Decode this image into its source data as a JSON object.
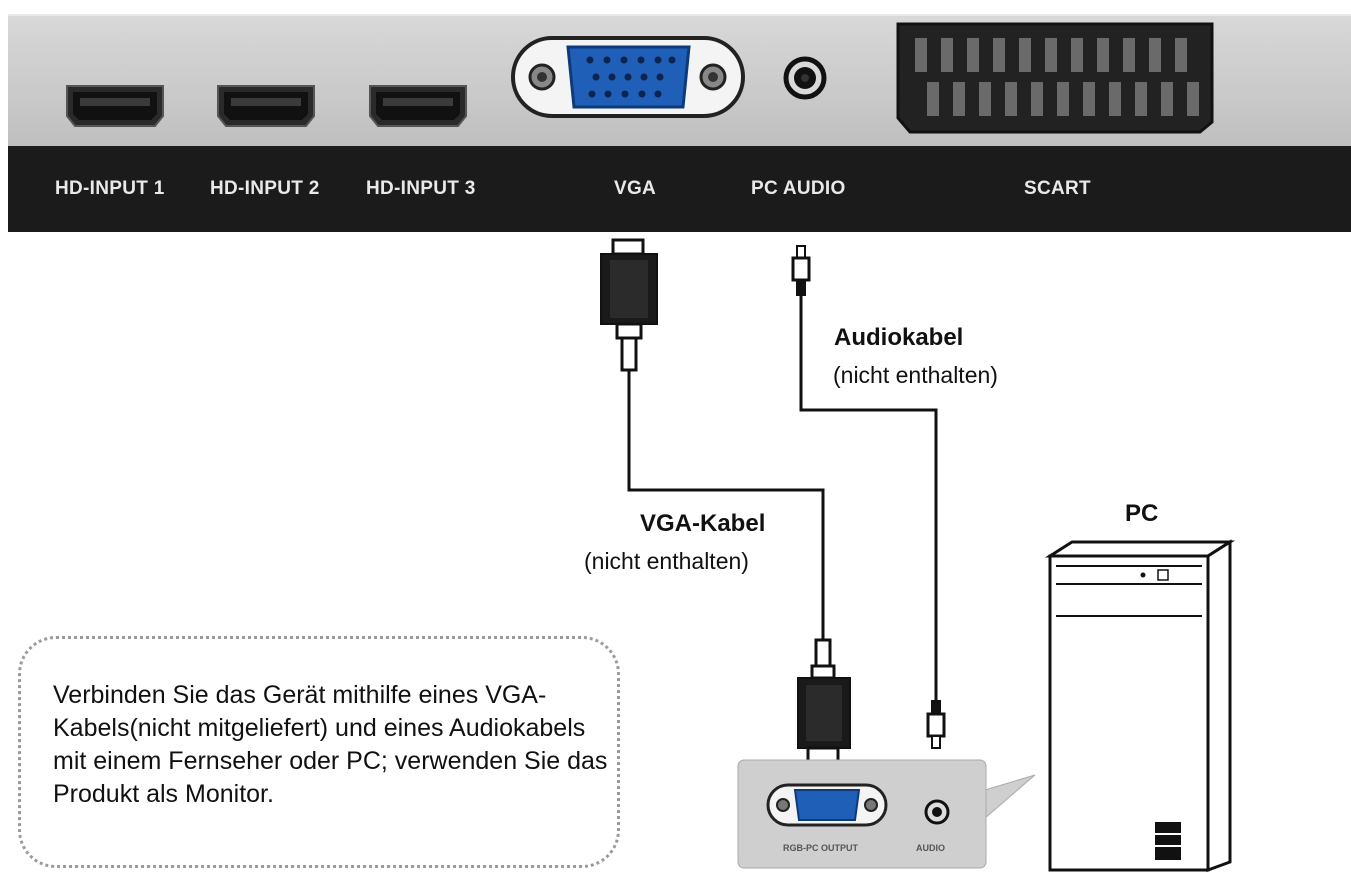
{
  "ports": [
    {
      "label": "HD-INPUT 1",
      "icon": "hdmi-port-icon"
    },
    {
      "label": "HD-INPUT 2",
      "icon": "hdmi-port-icon"
    },
    {
      "label": "HD-INPUT 3",
      "icon": "hdmi-port-icon"
    },
    {
      "label": "VGA",
      "icon": "vga-port-icon"
    },
    {
      "label": "PC AUDIO",
      "icon": "audio-jack-icon"
    },
    {
      "label": "SCART",
      "icon": "scart-port-icon"
    }
  ],
  "cables": {
    "audio": {
      "title": "Audiokabel",
      "note": "(nicht enthalten)"
    },
    "vga": {
      "title": "VGA-Kabel",
      "note": "(nicht enthalten)"
    }
  },
  "pc": {
    "label": "PC",
    "panel": {
      "rgb_label": "RGB-PC OUTPUT",
      "audio_label": "AUDIO"
    }
  },
  "instruction": "Verbinden Sie das Gerät mithilfe eines VGA-Kabels(nicht mitgeliefert) und eines Audiokabels mit einem Fernseher oder PC; verwenden Sie das Produkt als Monitor.",
  "colors": {
    "panel": "#cccccc",
    "label_bar": "#1b1b1b",
    "vga_blue": "#1f5fb8",
    "cable": "#111111"
  }
}
